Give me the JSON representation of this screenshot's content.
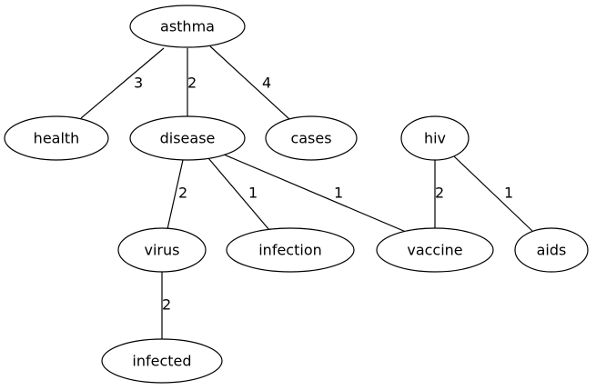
{
  "nodes": [
    {
      "id": "asthma",
      "label": "asthma"
    },
    {
      "id": "health",
      "label": "health"
    },
    {
      "id": "disease",
      "label": "disease"
    },
    {
      "id": "cases",
      "label": "cases"
    },
    {
      "id": "hiv",
      "label": "hiv"
    },
    {
      "id": "virus",
      "label": "virus"
    },
    {
      "id": "infection",
      "label": "infection"
    },
    {
      "id": "vaccine",
      "label": "vaccine"
    },
    {
      "id": "aids",
      "label": "aids"
    },
    {
      "id": "infected",
      "label": "infected"
    }
  ],
  "edges": [
    {
      "from": "asthma",
      "to": "health",
      "weight": "3"
    },
    {
      "from": "asthma",
      "to": "disease",
      "weight": "2"
    },
    {
      "from": "asthma",
      "to": "cases",
      "weight": "4"
    },
    {
      "from": "disease",
      "to": "virus",
      "weight": "2"
    },
    {
      "from": "disease",
      "to": "infection",
      "weight": "1"
    },
    {
      "from": "disease",
      "to": "vaccine",
      "weight": "1"
    },
    {
      "from": "hiv",
      "to": "vaccine",
      "weight": "2"
    },
    {
      "from": "hiv",
      "to": "aids",
      "weight": "1"
    },
    {
      "from": "virus",
      "to": "infected",
      "weight": "2"
    }
  ]
}
